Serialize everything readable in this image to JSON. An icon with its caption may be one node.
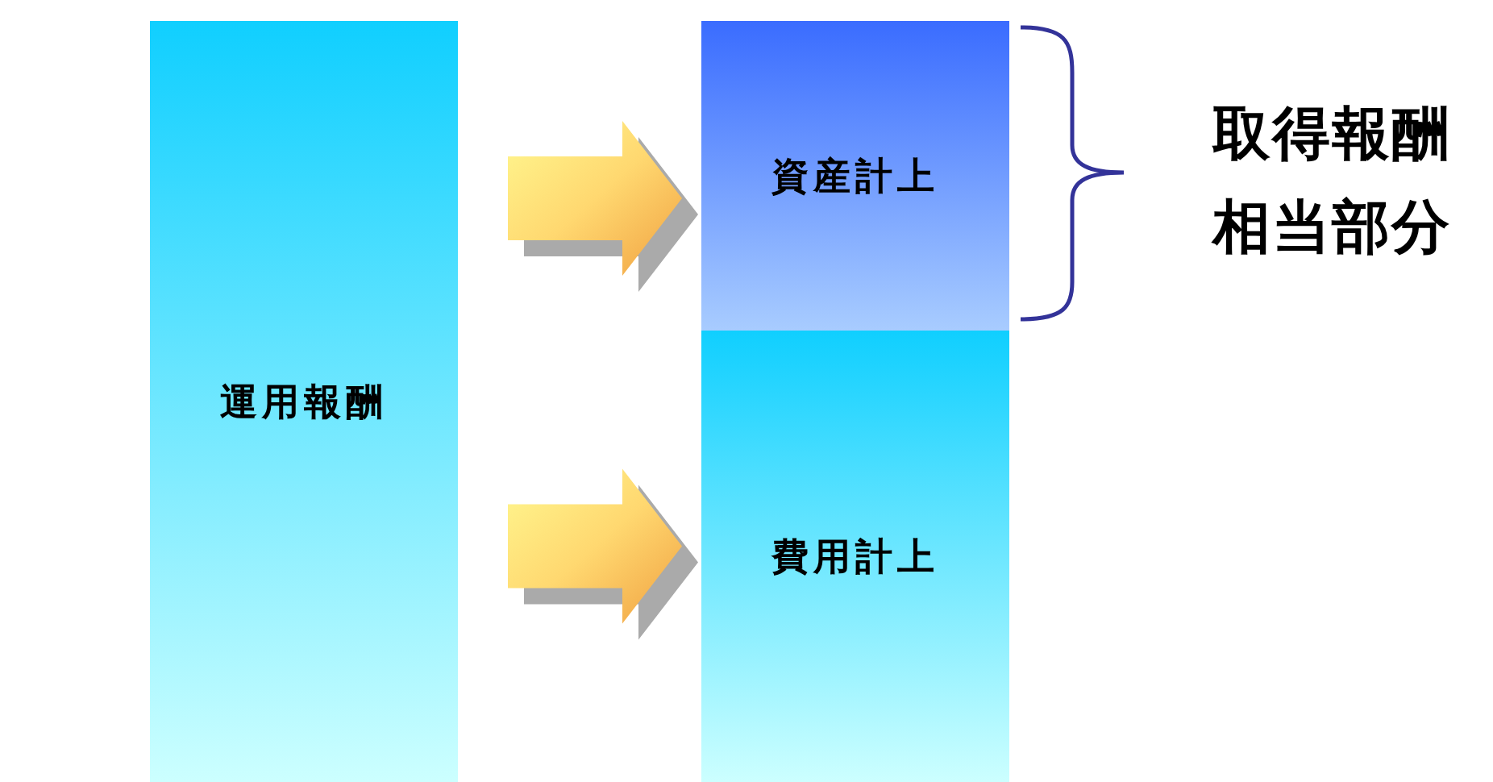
{
  "diagram": {
    "nodes": [
      {
        "text": [
          "運用報酬"
        ]
      },
      {
        "text": [
          "資産計上"
        ]
      },
      {
        "text": [
          "費用計上"
        ]
      }
    ],
    "edges": [
      {
        "from": 0,
        "to": 1,
        "arrow": "to",
        "style": "thick"
      },
      {
        "from": 0,
        "to": 2,
        "arrow": "to",
        "style": "thick"
      }
    ],
    "labels": [
      "取得報酬相当部分"
    ]
  }
}
